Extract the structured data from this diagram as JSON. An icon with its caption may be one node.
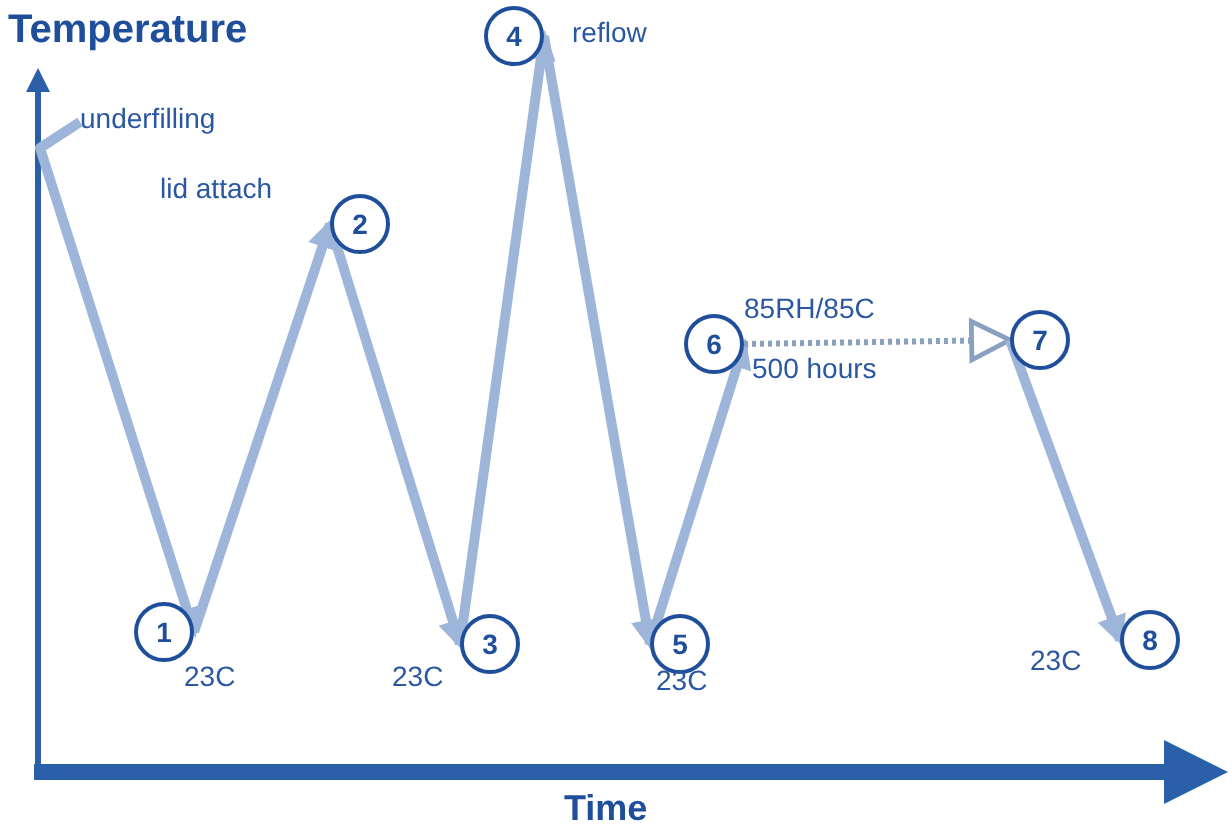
{
  "diagram": {
    "nodes": [
      {
        "text": [
          "underfilling"
        ]
      },
      {
        "text": [
          "1"
        ],
        "beside": [
          "23C"
        ]
      },
      {
        "text": [
          "2"
        ],
        "beside": [
          "lid attach"
        ]
      },
      {
        "text": [
          "3"
        ],
        "beside": [
          "23C"
        ]
      },
      {
        "text": [
          "4"
        ],
        "beside": [
          "reflow"
        ]
      },
      {
        "text": [
          "5"
        ],
        "beside": [
          "23C"
        ]
      },
      {
        "text": [
          "6"
        ]
      },
      {
        "text": [
          "7"
        ]
      },
      {
        "text": [
          "8"
        ],
        "beside": [
          "23C"
        ]
      }
    ],
    "edges": [
      {
        "from": 0,
        "to": 1,
        "arrow": "to"
      },
      {
        "from": 1,
        "to": 2,
        "arrow": "to"
      },
      {
        "from": 2,
        "to": 3,
        "arrow": "to"
      },
      {
        "from": 3,
        "to": 4,
        "arrow": "to"
      },
      {
        "from": 4,
        "to": 5,
        "arrow": "to"
      },
      {
        "from": 5,
        "to": 6,
        "arrow": "to"
      },
      {
        "from": 6,
        "to": 7,
        "arrow": "to",
        "style": "dashed"
      },
      {
        "from": 7,
        "to": 8,
        "arrow": "to"
      }
    ],
    "labels": [
      "Temperature",
      "85RH/85C",
      "500 hours",
      "Time"
    ]
  }
}
